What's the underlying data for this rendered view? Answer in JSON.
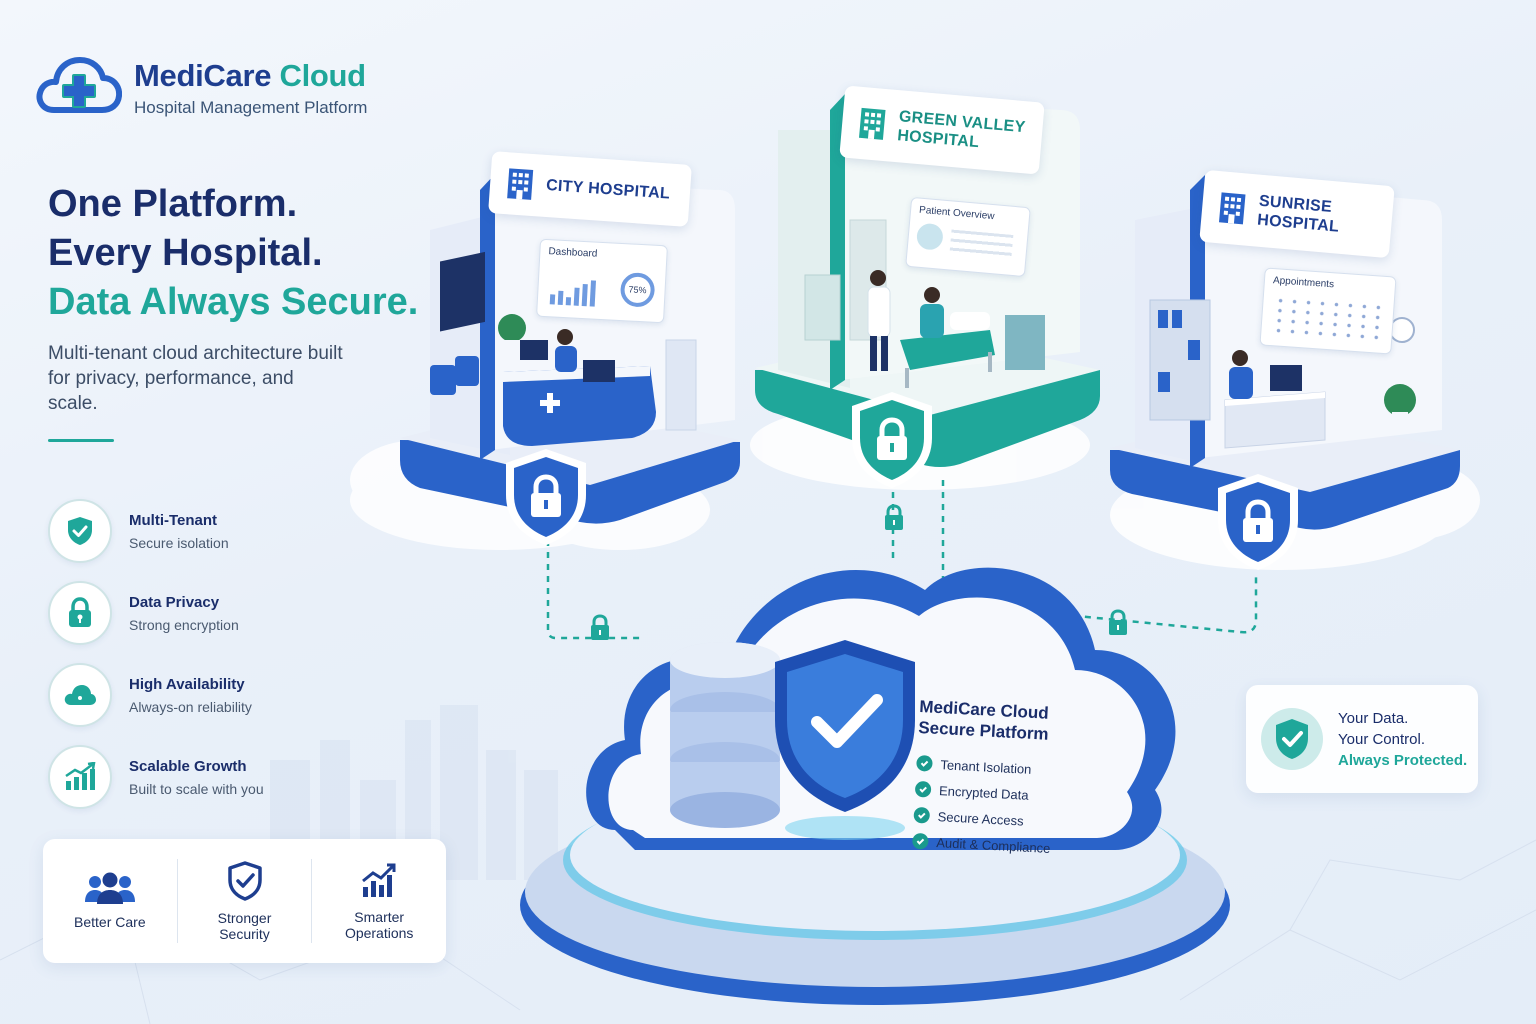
{
  "brand": {
    "name_part1": "MediCare",
    "name_part2": "Cloud",
    "subtitle": "Hospital Management Platform",
    "logo_icon": "cloud-medical-cross-icon"
  },
  "headline": {
    "line1": "One Platform.",
    "line2": "Every Hospital.",
    "line3": "Data Always Secure."
  },
  "description": "Multi-tenant cloud architecture built for privacy, performance, and scale.",
  "features": [
    {
      "title": "Multi-Tenant",
      "subtitle": "Secure isolation",
      "icon": "shield-check-icon"
    },
    {
      "title": "Data Privacy",
      "subtitle": "Strong encryption",
      "icon": "lock-icon"
    },
    {
      "title": "High Availability",
      "subtitle": "Always-on reliability",
      "icon": "cloud-icon"
    },
    {
      "title": "Scalable Growth",
      "subtitle": "Built to scale with you",
      "icon": "growth-chart-icon"
    }
  ],
  "benefits": [
    {
      "label_line1": "Better Care",
      "label_line2": "",
      "icon": "people-group-icon"
    },
    {
      "label_line1": "Stronger",
      "label_line2": "Security",
      "icon": "shield-check-icon"
    },
    {
      "label_line1": "Smarter",
      "label_line2": "Operations",
      "icon": "growth-chart-icon"
    }
  ],
  "hospitals": {
    "city": {
      "name": "CITY HOSPITAL",
      "screen_title": "Dashboard",
      "screen_value": "75%"
    },
    "green_valley": {
      "name_line1": "GREEN VALLEY",
      "name_line2": "HOSPITAL",
      "screen_title": "Patient Overview"
    },
    "sunrise": {
      "name_line1": "SUNRISE",
      "name_line2": "HOSPITAL",
      "screen_title": "Appointments"
    }
  },
  "platform": {
    "title_line1": "MediCare Cloud",
    "title_line2": "Secure Platform",
    "items": [
      "Tenant Isolation",
      "Encrypted Data",
      "Secure Access",
      "Audit & Compliance"
    ]
  },
  "protect": {
    "line1": "Your Data.",
    "line2": "Your Control.",
    "line3": "Always Protected."
  },
  "colors": {
    "navy": "#1a2d6a",
    "teal": "#1fa79a",
    "blue": "#2a63c9",
    "background": "#eaf1f9"
  }
}
